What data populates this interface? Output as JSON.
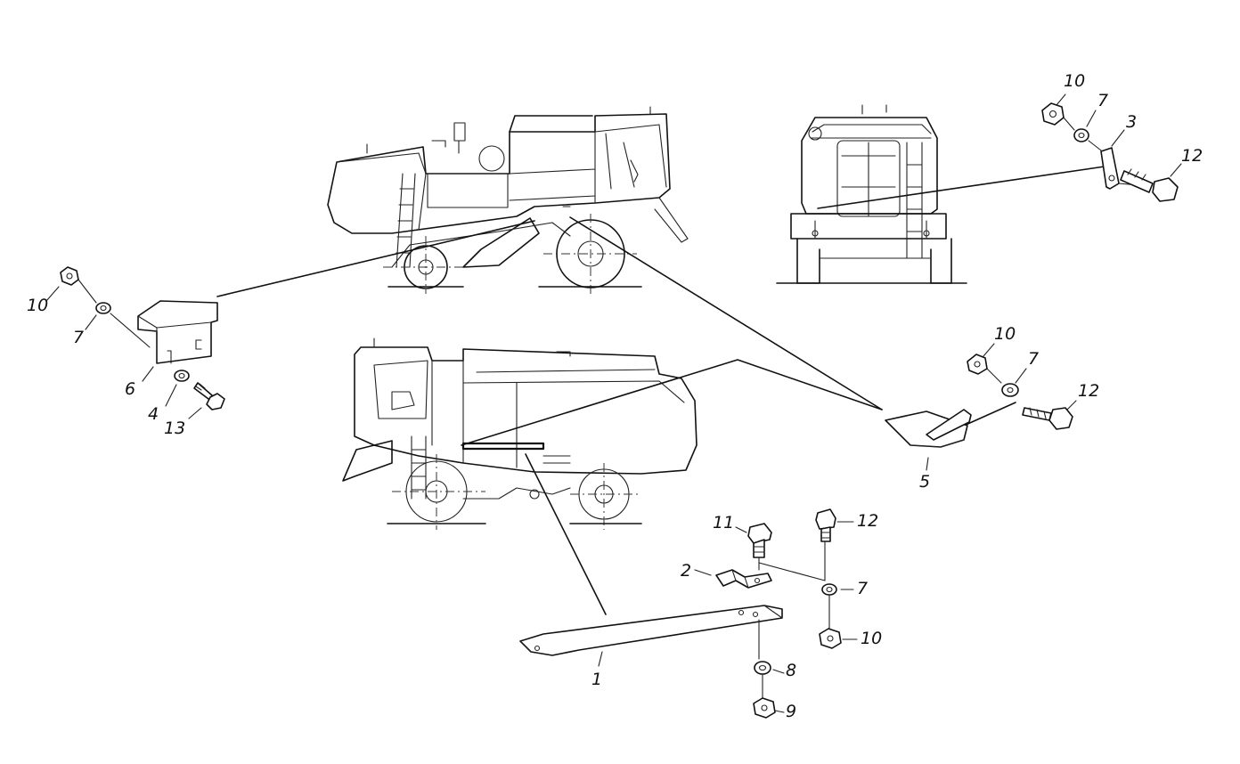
{
  "figure": {
    "callouts": [
      {
        "id": "c-10-top",
        "text": "10"
      },
      {
        "id": "c-7-top",
        "text": "7"
      },
      {
        "id": "c-3",
        "text": "3"
      },
      {
        "id": "c-12-top",
        "text": "12"
      },
      {
        "id": "c-10-left",
        "text": "10"
      },
      {
        "id": "c-7-left",
        "text": "7"
      },
      {
        "id": "c-6",
        "text": "6"
      },
      {
        "id": "c-4",
        "text": "4"
      },
      {
        "id": "c-13",
        "text": "13"
      },
      {
        "id": "c-10-right",
        "text": "10"
      },
      {
        "id": "c-7-right",
        "text": "7"
      },
      {
        "id": "c-12-right",
        "text": "12"
      },
      {
        "id": "c-5",
        "text": "5"
      },
      {
        "id": "c-11",
        "text": "11"
      },
      {
        "id": "c-12-bottom",
        "text": "12"
      },
      {
        "id": "c-2",
        "text": "2"
      },
      {
        "id": "c-7-bottom",
        "text": "7"
      },
      {
        "id": "c-10-bottom",
        "text": "10"
      },
      {
        "id": "c-8",
        "text": "8"
      },
      {
        "id": "c-9",
        "text": "9"
      },
      {
        "id": "c-1",
        "text": "1"
      }
    ]
  }
}
